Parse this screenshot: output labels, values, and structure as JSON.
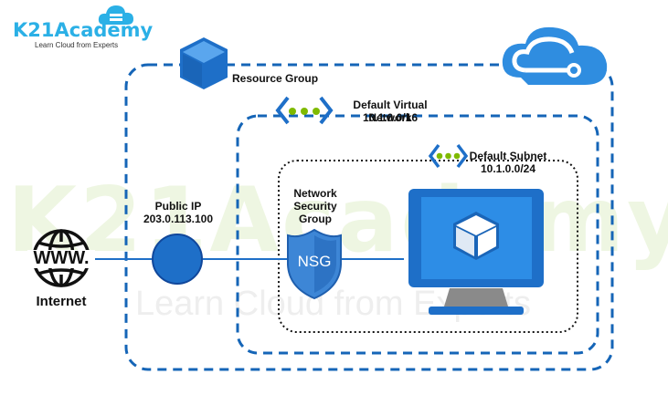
{
  "logo": {
    "brand": "K21Academy",
    "tagline": "Learn Cloud from Experts"
  },
  "watermark": {
    "brand": "K21Academy",
    "tagline": "Learn Cloud from Experts"
  },
  "resource_group": {
    "label": "Resource Group"
  },
  "vnet": {
    "title": "Default Virtual Network",
    "cidr": "10.1.0.0/16"
  },
  "subnet": {
    "title": "Default Subnet",
    "cidr": "10.1.0.0/24"
  },
  "public_ip": {
    "title": "Public IP",
    "address": "203.0.113.100"
  },
  "nsg": {
    "line1": "Network",
    "line2": "Security",
    "line3": "Group",
    "badge": "NSG"
  },
  "internet": {
    "label": "Internet",
    "globe_text": "WWW."
  },
  "colors": {
    "azure_blue": "#1e6fc8",
    "dashed_blue": "#1565b7",
    "dotted_black": "#111111",
    "logo_blue": "#2bb0e6"
  }
}
